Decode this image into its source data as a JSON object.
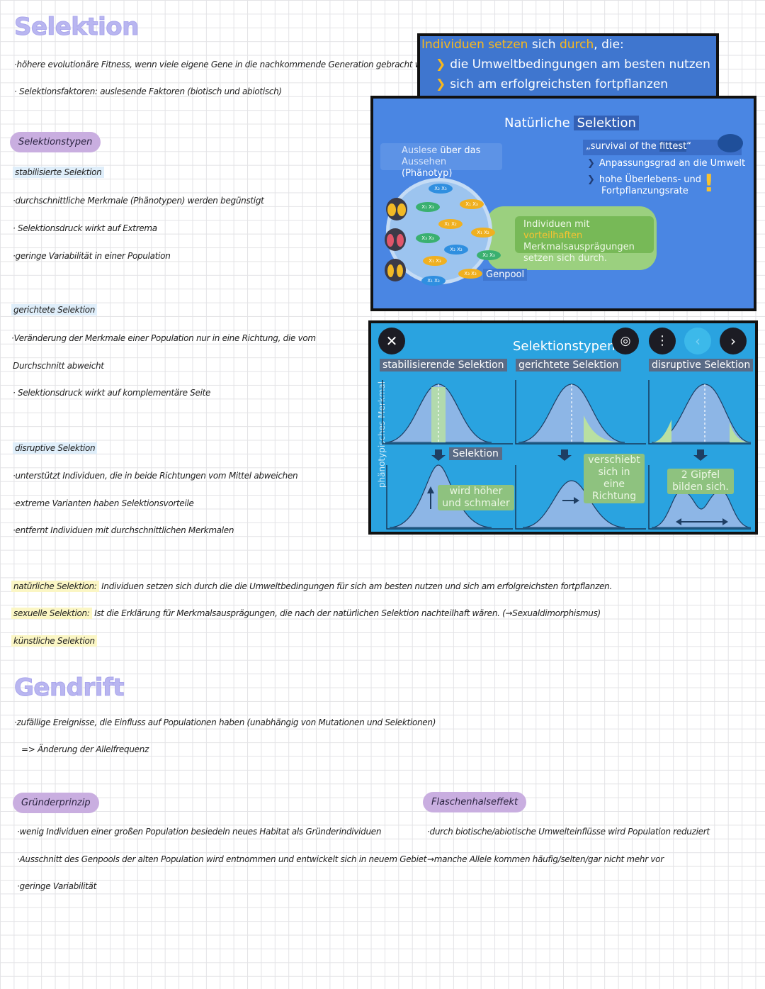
{
  "sections": {
    "selektion_title": "Selektion",
    "gendrift_title": "Gendrift"
  },
  "notes": {
    "fitness": "·höhere evolutionäre Fitness, wenn viele eigene Gene in die nachkommende Generation gebracht werden",
    "faktoren": "· Selektionsfaktoren: auslesende Faktoren (biotisch und abiotisch)",
    "selektionstypen_pill": "Selektionstypen",
    "stabil_head": "stabilisierte Selektion",
    "stabil_1": "·durchschnittliche Merkmale (Phänotypen) werden begünstigt",
    "stabil_2": "· Selektionsdruck wirkt auf Extrema",
    "stabil_3": "·geringe Variabilität in einer Population",
    "gericht_head": "gerichtete Selektion",
    "gericht_1": "·Veränderung der Merkmale einer Population nur in eine Richtung, die vom",
    "gericht_1b": "Durchschnitt abweicht",
    "gericht_2": "· Selektionsdruck wirkt auf komplementäre Seite",
    "disrupt_head": "disruptive Selektion",
    "disrupt_1": "·unterstützt Individuen, die in beide Richtungen vom Mittel abweichen",
    "disrupt_2": "·extreme Varianten haben Selektionsvorteile",
    "disrupt_3": "·entfernt Individuen mit durchschnittlichen Merkmalen",
    "natuerlich_term": "natürliche Selektion:",
    "natuerlich_text": " Individuen setzen sich durch die die Umweltbedingungen für sich am besten nutzen und sich am erfolgreichsten fortpflanzen.",
    "sexuell_term": "sexuelle Selektion:",
    "sexuell_text": " Ist die Erklärung für Merkmalsausprägungen, die nach der natürlichen Selektion nachteilhaft wären. (→Sexualdimorphismus)",
    "kuenstlich_term": "künstliche Selektion",
    "drift_1": "·zufällige Ereignisse, die Einfluss auf Populationen haben (unabhängig von Mutationen und Selektionen)",
    "drift_2": "=> Änderung der Allelfrequenz",
    "gruender_pill": "Gründerprinzip",
    "gruender_1": "·wenig Individuen einer großen Population besiedeln neues Habitat als Gründerindividuen",
    "gruender_2": "·Ausschnitt des Genpools der alten Population wird entnommen und entwickelt sich in neuem Gebiet",
    "gruender_3": "·geringe Variabilität",
    "flaschen_pill": "Flaschenhalseffekt",
    "flaschen_1": "·durch biotische/abiotische Umwelteinflüsse wird Population reduziert",
    "flaschen_2": "→manche Allele kommen häufig/selten/gar nicht mehr vor"
  },
  "natural_selection_image": {
    "headline_part1": "Individuen setzen",
    "headline_part2": " sich ",
    "headline_part3": "durch",
    "headline_part4": ", die:",
    "bullet_1": "die Umweltbedingungen am besten nutzen",
    "bullet_2": "sich am erfolgreichsten fortpflanzen",
    "title_part1": "Natürliche ",
    "title_part2": "Selektion",
    "auslese_1": "Auslese",
    "auslese_2": " über das",
    "auslese_3": "Aussehen",
    "auslese_4": " (Phänotyp)",
    "survival_1": "„survival of the ",
    "survival_2": "fittest",
    "survival_3": "“",
    "sub_1": "Anpassungsgrad an die Umwelt",
    "sub_2a": "hohe Überlebens- und",
    "sub_2b": "Fortpflanzungsrate",
    "green_1": "Individuen mit ",
    "green_2": "vorteilhaften",
    "green_3": "Merkmalsausprägungen",
    "green_4": "setzen sich durch.",
    "genpool": "Genpool",
    "chips": [
      "X₂ X₃",
      "X₁ X₃",
      "X₁ X₃",
      "X₁ X₂",
      "X₃ X₃",
      "X₁ X₂",
      "X₂ X₂",
      "X₁ X₃",
      "X₂ X₃",
      "X₃ X₃",
      "X₁ X₃"
    ],
    "colors": {
      "accent": "#f8b81d",
      "blue": "#4a86e3",
      "green": "#77b957"
    }
  },
  "selection_types_image": {
    "title": "Selektionstypen",
    "label_stabil": "stabilisierende Selektion",
    "label_gericht": "gerichtete Selektion",
    "label_disrupt": "disruptive Selektion",
    "yaxis": "phänotypisches Merkmal",
    "selektion": "Selektion",
    "hoeher_1": "wird höher",
    "hoeher_2": "und schmaler",
    "verschiebt_1": "verschiebt",
    "verschiebt_2": "sich in eine",
    "verschiebt_3": "Richtung",
    "gipfel_1": "2 Gipfel",
    "gipfel_2": "bilden sich.",
    "controls": [
      "close-icon",
      "lens-icon",
      "more-icon",
      "prev-icon",
      "next-icon"
    ]
  }
}
